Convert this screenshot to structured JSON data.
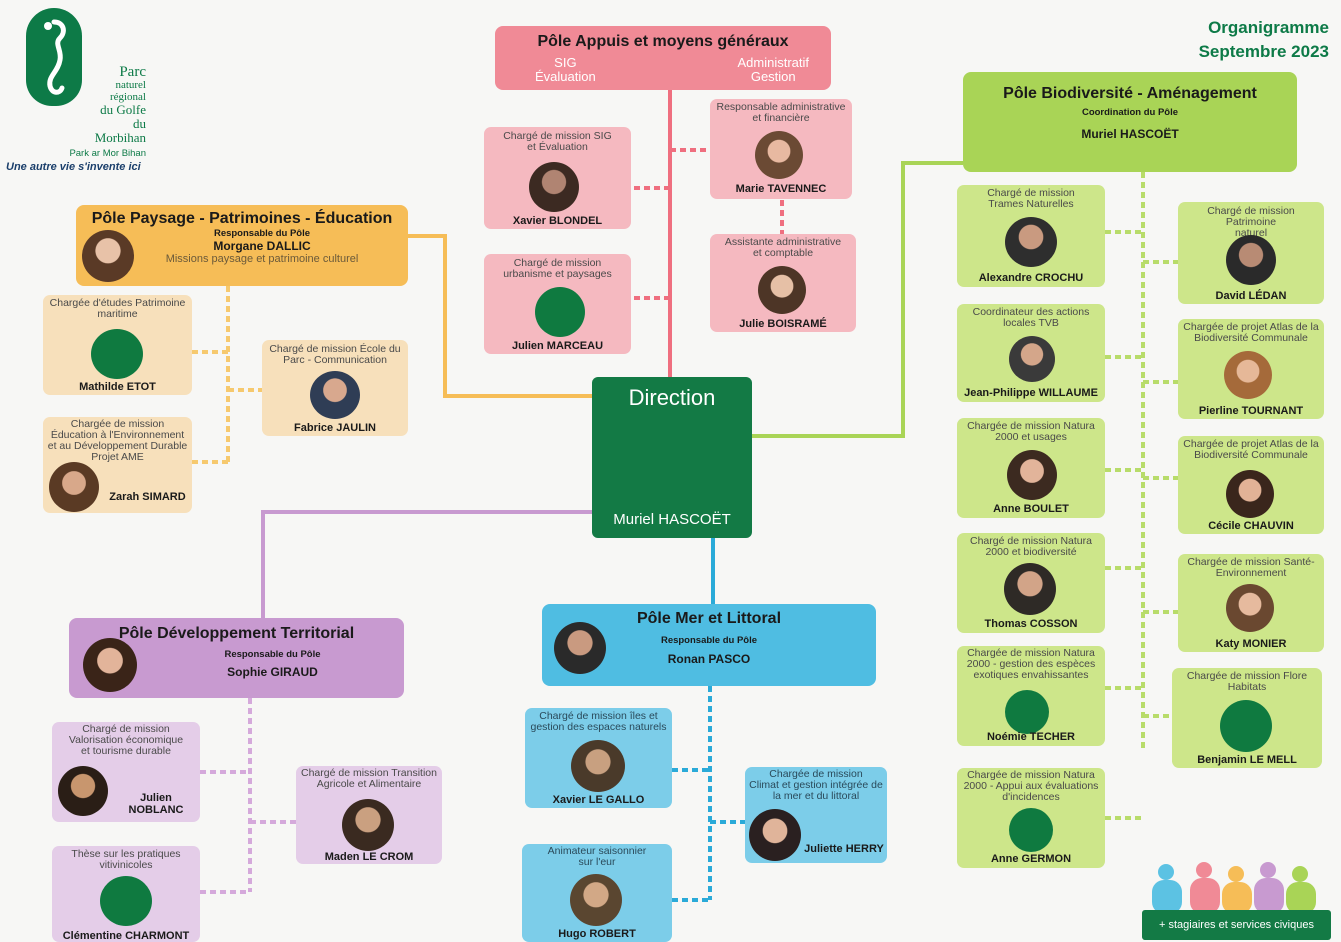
{
  "logo": {
    "lines": [
      "Parc",
      "naturel",
      "régional",
      "du Golfe",
      "du Morbihan"
    ],
    "breton": "Park ar Mor Bihan",
    "slogan": "Une autre vie s'invente ici"
  },
  "header": {
    "title": "Organigramme",
    "date": "Septembre 2023"
  },
  "direction": {
    "title": "Direction",
    "name": "Muriel HASCOËT"
  },
  "colors": {
    "direction": "#137a45",
    "appuis": "#f08a96",
    "appuis_card": "#f5b9c0",
    "paysage": "#f6bd57",
    "paysage_card": "#f7e0bb",
    "biodiv": "#a9d456",
    "biodiv_card": "#cde68a",
    "dev": "#c89ad0",
    "dev_card": "#e4cde8",
    "mer": "#4fbde2",
    "mer_card": "#7ccde9"
  },
  "appuis": {
    "title": "Pôle Appuis et moyens généraux",
    "left": "SIG\nÉvaluation",
    "right": "Administratif\nGestion",
    "cards": [
      {
        "role": "Chargé de mission SIG\net Évaluation",
        "name": "Xavier BLONDEL"
      },
      {
        "role": "Chargé de mission\nurbanisme et paysages",
        "name": "Julien MARCEAU"
      },
      {
        "role": "Responsable administrative\net financière",
        "name": "Marie TAVENNEC"
      },
      {
        "role": "Assistante administrative\net comptable",
        "name": "Julie BOISRAMÉ"
      }
    ]
  },
  "paysage": {
    "title": "Pôle Paysage - Patrimoines - Éducation",
    "sub": "Responsable du Pôle",
    "name": "Morgane DALLIC",
    "missions": "Missions paysage et patrimoine culturel",
    "cards": [
      {
        "role": "Chargée d'études Patrimoine\nmaritime",
        "name": "Mathilde ETOT"
      },
      {
        "role": "Chargée de mission\nÉducation à l'Environnement\net au Développement Durable\nProjet AME",
        "name": "Zarah SIMARD"
      },
      {
        "role": "Chargé de mission École du\nParc - Communication",
        "name": "Fabrice JAULIN"
      }
    ]
  },
  "biodiv": {
    "title": "Pôle Biodiversité - Aménagement",
    "sub": "Coordination du Pôle",
    "name": "Muriel HASCOËT",
    "left": [
      {
        "role": "Chargé de mission\nTrames Naturelles",
        "name": "Alexandre CROCHU"
      },
      {
        "role": "Coordinateur des actions\nlocales TVB",
        "name": "Jean-Philippe WILLAUME"
      },
      {
        "role": "Chargée de mission Natura\n2000 et usages",
        "name": "Anne BOULET"
      },
      {
        "role": "Chargé de mission Natura\n2000 et biodiversité",
        "name": "Thomas COSSON"
      },
      {
        "role": "Chargée de mission Natura\n2000 - gestion des espèces\nexotiques envahissantes",
        "name": "Noémie TECHER"
      },
      {
        "role": "Chargée de mission Natura\n2000 - Appui aux évaluations\nd'incidences",
        "name": "Anne GERMON"
      }
    ],
    "right": [
      {
        "role": "Chargé de mission Patrimoine\nnaturel",
        "name": "David LÉDAN"
      },
      {
        "role": "Chargée de projet Atlas de la\nBiodiversité Communale",
        "name": "Pierline TOURNANT"
      },
      {
        "role": "Chargée de projet Atlas de la\nBiodiversité Communale",
        "name": "Cécile CHAUVIN"
      },
      {
        "role": "Chargée de mission Santé-\nEnvironnement",
        "name": "Katy MONIER"
      },
      {
        "role": "Chargée de mission Flore\nHabitats",
        "name": "Benjamin LE MELL"
      }
    ]
  },
  "dev": {
    "title": "Pôle Développement Territorial",
    "sub": "Responsable du Pôle",
    "name": "Sophie GIRAUD",
    "cards": [
      {
        "role": "Chargé de mission\nValorisation économique\net tourisme durable",
        "name": "Julien NOBLANC"
      },
      {
        "role": "Thèse sur les pratiques\nvitivinicoles",
        "name": "Clémentine CHARMONT"
      },
      {
        "role": "Chargé de mission Transition\nAgricole et Alimentaire",
        "name": "Maden LE CROM"
      }
    ]
  },
  "mer": {
    "title": "Pôle Mer et Littoral",
    "sub": "Responsable du Pôle",
    "name": "Ronan PASCO",
    "cards": [
      {
        "role": "Chargé de mission îles et\ngestion des espaces naturels",
        "name": "Xavier LE GALLO"
      },
      {
        "role": "Animateur saisonnier\nsur l'eur",
        "name": "Hugo ROBERT"
      },
      {
        "role": "Chargée de mission\nClimat et gestion intégrée de\nla mer et du littoral",
        "name": "Juliette HERRY"
      }
    ]
  },
  "footer": {
    "label": "+ stagiaires et services civiques"
  }
}
